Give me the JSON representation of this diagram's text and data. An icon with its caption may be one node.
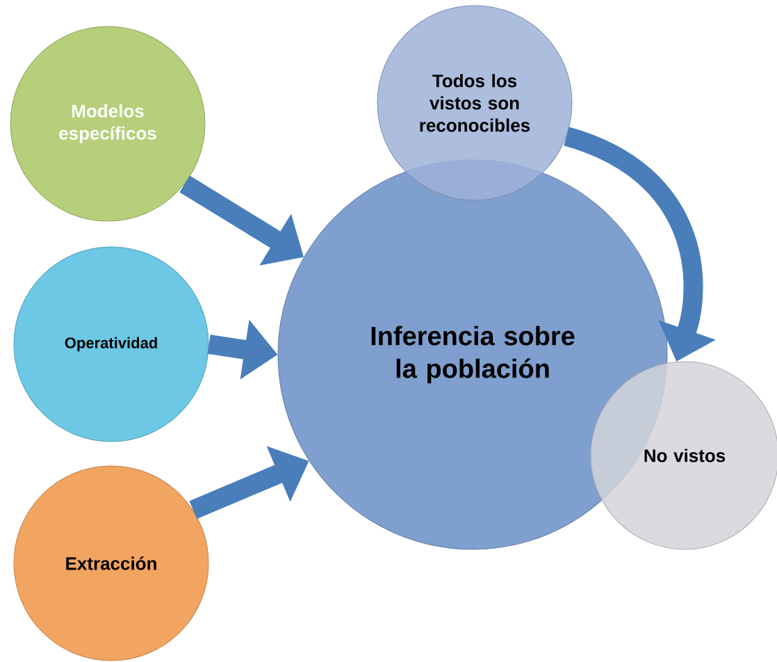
{
  "diagram": {
    "nodes": [
      {
        "text": [
          "Modelos específicos"
        ]
      },
      {
        "text": [
          "Operatividad"
        ]
      },
      {
        "text": [
          "Extracción"
        ]
      },
      {
        "text": [
          "Inferencia sobre la población"
        ]
      },
      {
        "text": [
          "Todos los vistos son reconocibles"
        ]
      },
      {
        "text": [
          "No vistos"
        ]
      }
    ],
    "edges": [
      {
        "from": 0,
        "to": 3,
        "arrow": "to"
      },
      {
        "from": 1,
        "to": 3,
        "arrow": "to"
      },
      {
        "from": 2,
        "to": 3,
        "arrow": "to"
      },
      {
        "from": 4,
        "to": 5,
        "arrow": "to"
      }
    ]
  }
}
